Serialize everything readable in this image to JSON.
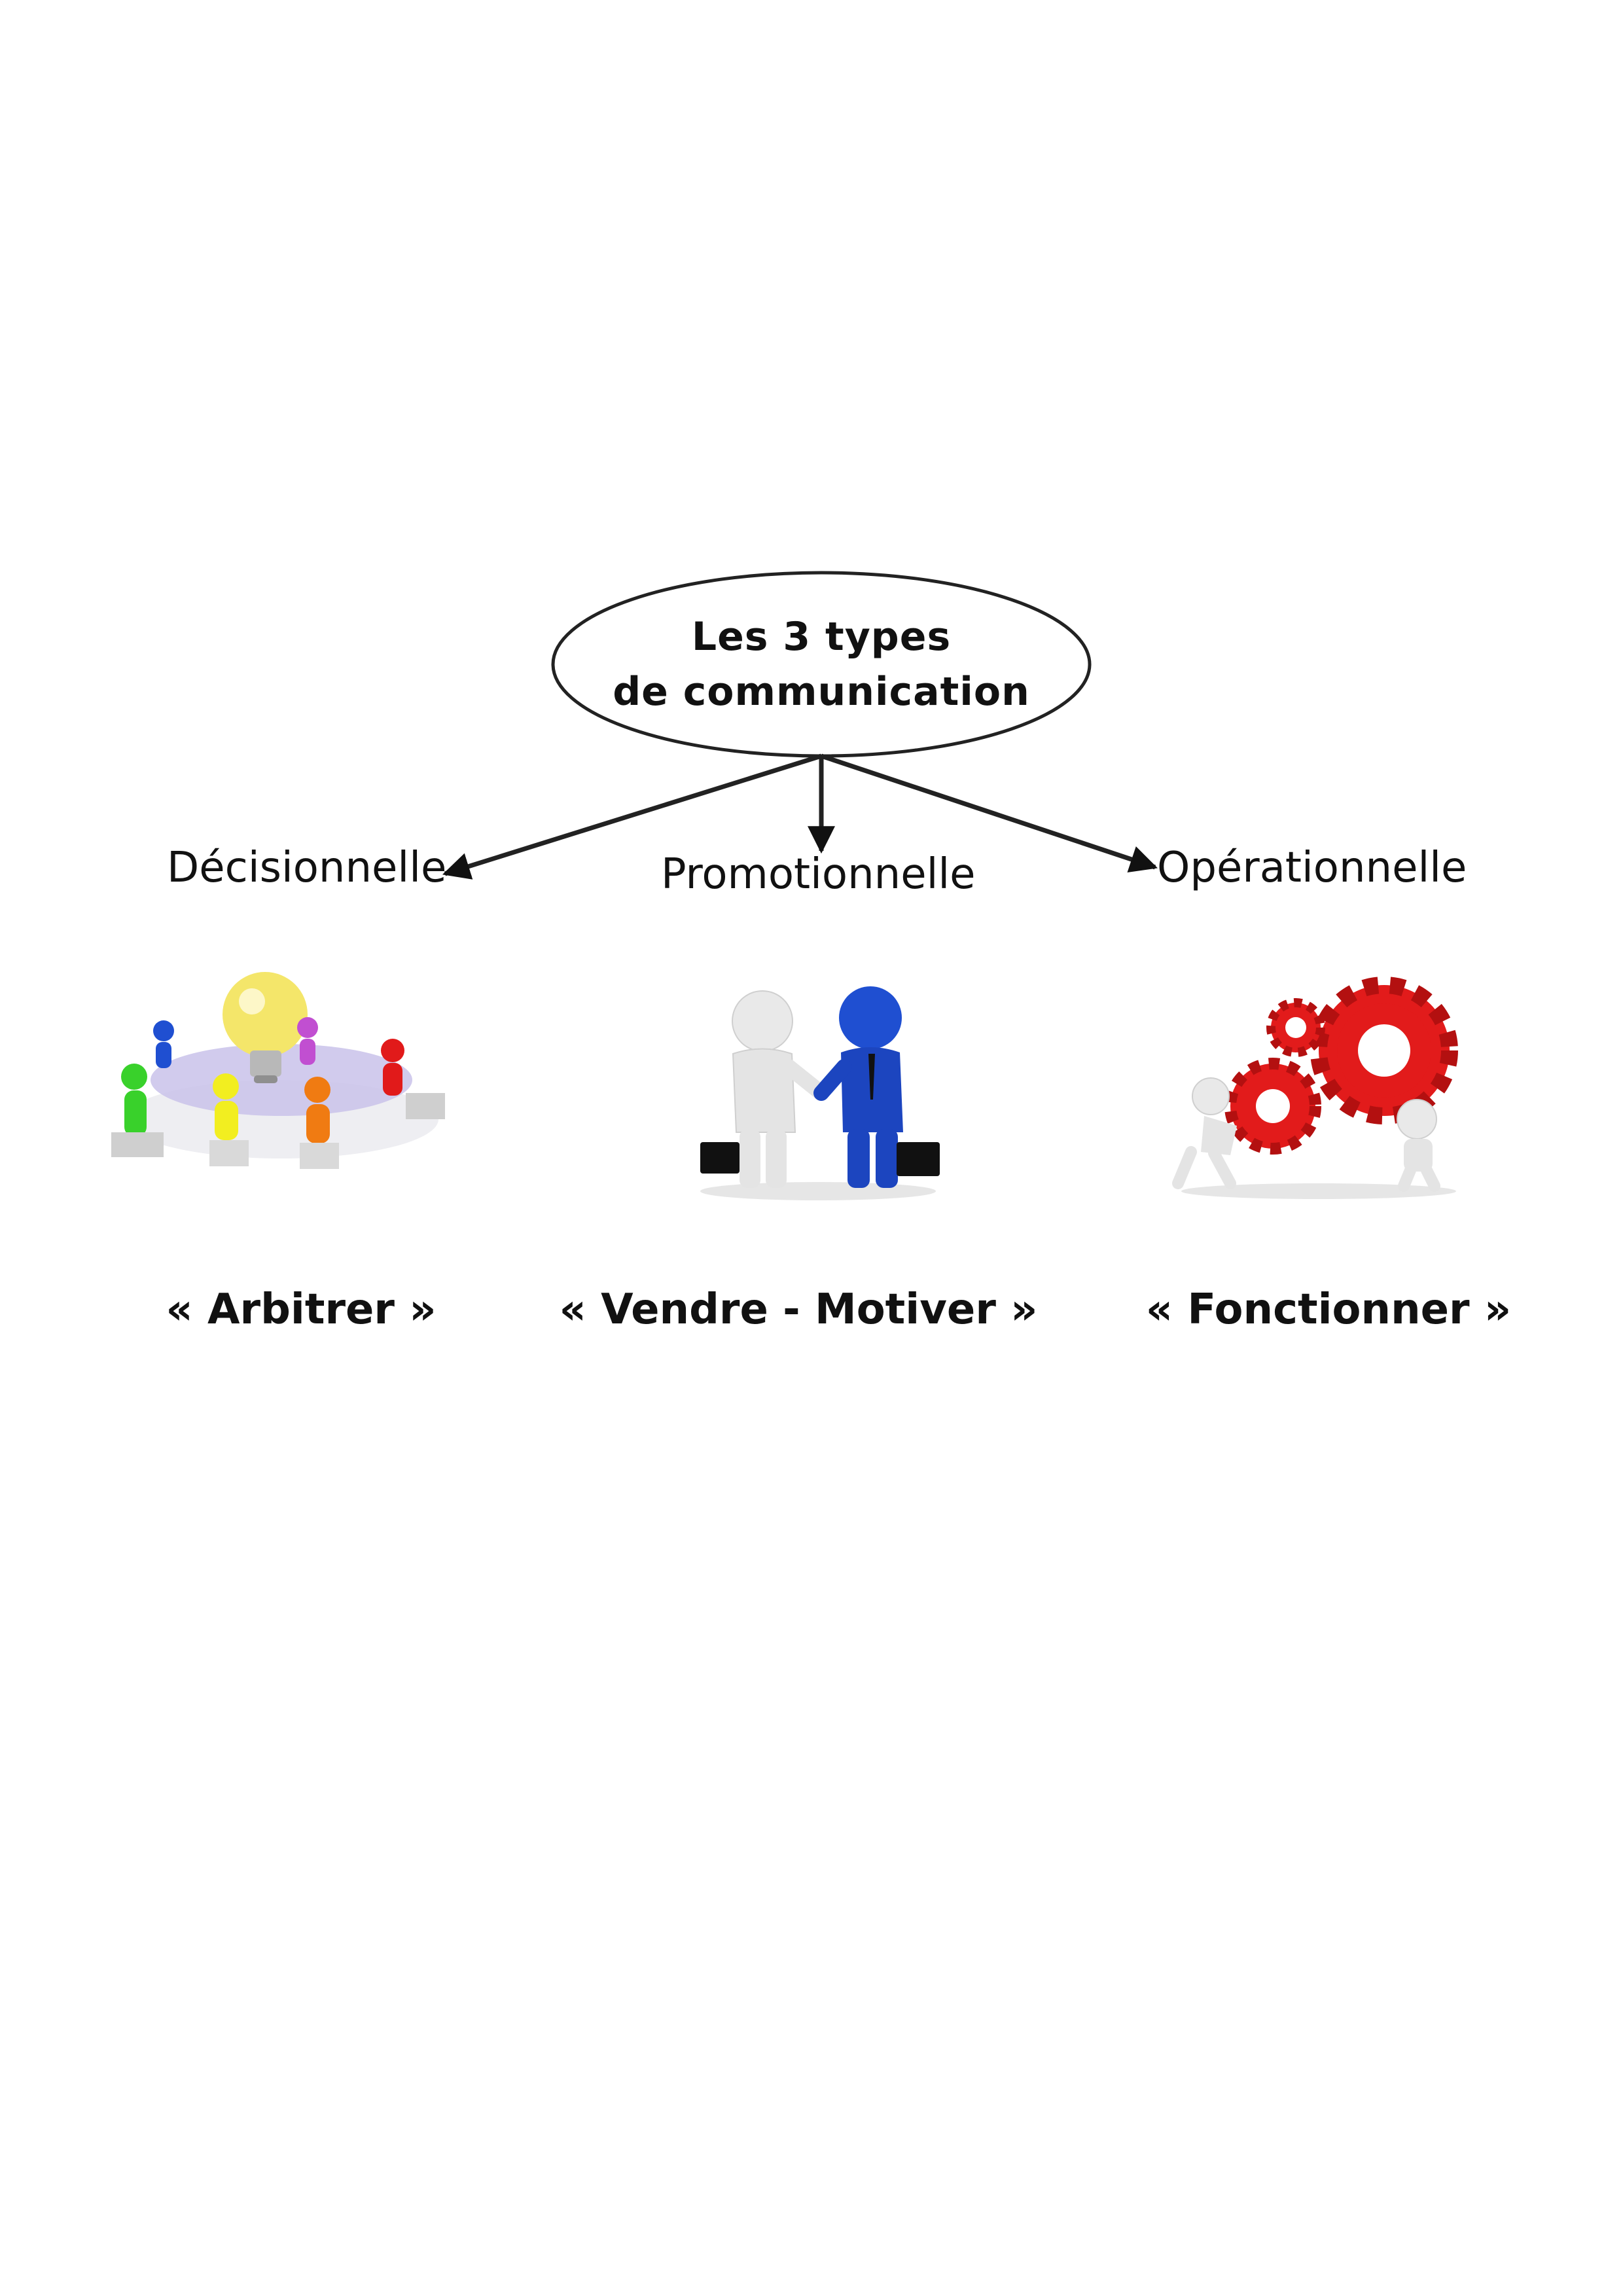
{
  "diagram": {
    "root": {
      "line1": "Les 3 types",
      "line2": "de communication"
    },
    "branches": [
      {
        "label": "Décisionnelle",
        "caption": "« Arbitrer »",
        "illustration": "meeting-table-lightbulb"
      },
      {
        "label": "Promotionnelle",
        "caption": "« Vendre - Motiver »",
        "illustration": "handshake-figures"
      },
      {
        "label": "Opérationnelle",
        "caption": "« Fonctionner »",
        "illustration": "figures-pushing-gears"
      }
    ]
  },
  "colors": {
    "ink": "#111111",
    "gear": "#e21b1b",
    "blue_figure": "#1f4fd1",
    "white_figure": "#e9e9e9",
    "bulb": "#f4e66a"
  }
}
